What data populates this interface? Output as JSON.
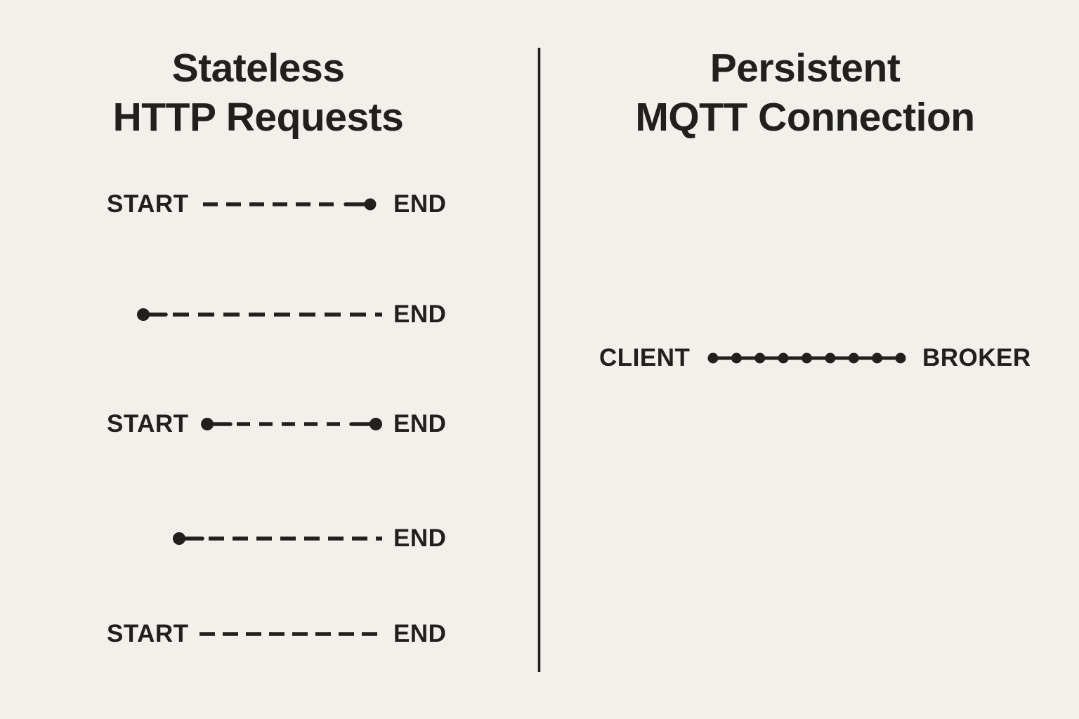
{
  "page": {
    "background_color": "#f2f0eb",
    "ink_color": "#21201e"
  },
  "left_panel": {
    "title_line1": "Stateless",
    "title_line2": "HTTP Requests",
    "rows": [
      {
        "start": "START",
        "end": "END",
        "left_dot": false,
        "right_dot": true
      },
      {
        "end": "END",
        "left_dot": true,
        "right_dot": false
      },
      {
        "start": "START",
        "end": "END",
        "left_dot": true,
        "right_dot": true
      },
      {
        "end": "END",
        "left_dot": true,
        "right_dot": false
      },
      {
        "start": "START",
        "end": "END",
        "left_dot": false,
        "right_dot": false
      }
    ]
  },
  "right_panel": {
    "title_line1": "Persistent",
    "title_line2": "MQTT Connection",
    "client_label": "CLIENT",
    "broker_label": "BROKER",
    "dot_count": 9
  }
}
